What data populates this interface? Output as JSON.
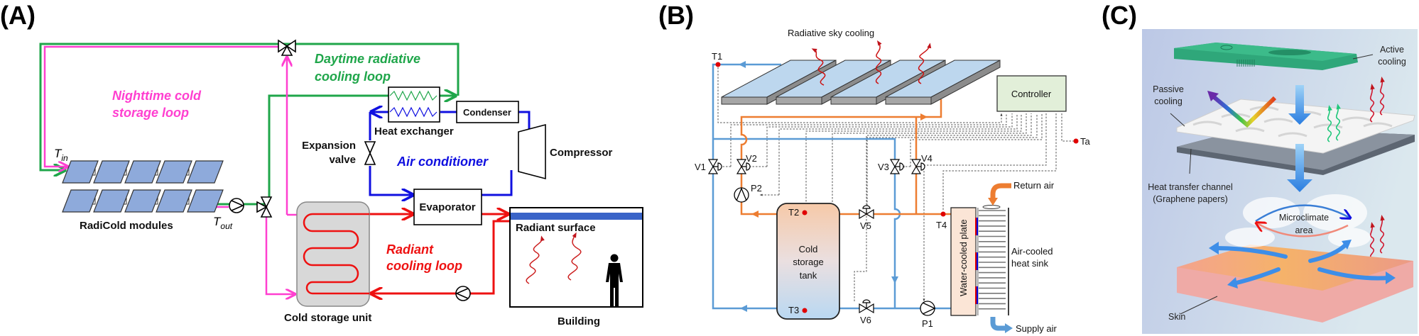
{
  "colors": {
    "daytime_loop": "#1fa64a",
    "nighttime_loop": "#ff3fd0",
    "air_conditioner": "#1010e0",
    "radiant_loop": "#ee1111",
    "panel_b_cold_pipe": "#5b9bd5",
    "panel_b_warm_pipe": "#ed7d31",
    "sensor_dot": "#e00000"
  },
  "panel_a": {
    "label": "(A)",
    "loops": {
      "daytime": [
        "Daytime radiative",
        "cooling loop"
      ],
      "nighttime": [
        "Nighttime cold",
        "storage loop"
      ],
      "air_conditioner": "Air conditioner",
      "radiant": [
        "Radiant",
        "cooling loop"
      ]
    },
    "components": {
      "heat_exchanger": "Heat exchanger",
      "condenser": "Condenser",
      "compressor": "Compressor",
      "expansion_valve": [
        "Expansion",
        "valve"
      ],
      "evaporator": "Evaporator",
      "modules": "RadiCold modules",
      "cold_storage": "Cold storage unit",
      "radiant_surface": "Radiant surface",
      "building": "Building"
    },
    "temperatures": {
      "t_in": {
        "symbol": "T",
        "subscript": "in"
      },
      "t_out": {
        "symbol": "T",
        "subscript": "out"
      }
    }
  },
  "panel_b": {
    "label": "(B)",
    "title": "Radiative sky cooling",
    "controller": "Controller",
    "tank": [
      "Cold",
      "storage",
      "tank"
    ],
    "plate": "Water-cooled plate",
    "heat_sink": [
      "Air-cooled",
      "heat sink"
    ],
    "return_air": "Return air",
    "supply_air": "Supply air",
    "sensors": {
      "t1": "T1",
      "t2": "T2",
      "t3": "T3",
      "t4": "T4",
      "ta": "Ta"
    },
    "valves": {
      "v1": "V1",
      "v2": "V2",
      "v3": "V3",
      "v4": "V4",
      "v5": "V5",
      "v6": "V6"
    },
    "pumps": {
      "p1": "P1",
      "p2": "P2"
    }
  },
  "panel_c": {
    "label": "(C)",
    "active_cooling": [
      "Active",
      "cooling"
    ],
    "passive_cooling": [
      "Passive",
      "cooling"
    ],
    "heat_transfer": [
      "Heat transfer channel",
      "(Graphene papers)"
    ],
    "microclimate": [
      "Microclimate",
      "area"
    ],
    "skin": "Skin"
  }
}
